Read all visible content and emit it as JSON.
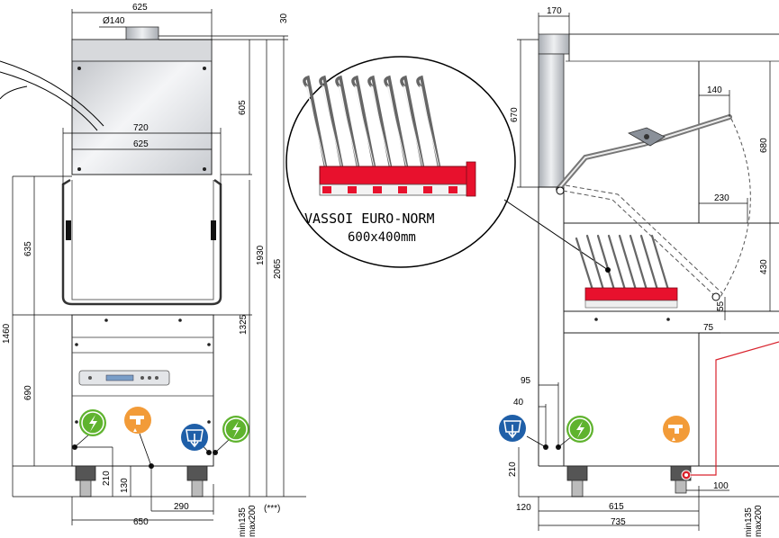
{
  "callout": {
    "line1": "VASSOI EURO-NORM",
    "line2": "600x400mm"
  },
  "front_dims": {
    "top_width": "625",
    "flue_diameter": "Ø140",
    "top_gap": "30",
    "hood_height": "605",
    "opening_width": "720",
    "inner_width": "625",
    "hood_open": "635",
    "total_hood": "1930",
    "overall": "2065",
    "base_height": "690",
    "work_height": "1460",
    "mid_height": "1325",
    "feet_height": "210",
    "drain_height": "130",
    "feet_spacing": "290",
    "base_width": "650",
    "feet_range_min": "min135",
    "feet_range_max": "max200",
    "note": "(***)"
  },
  "side_dims": {
    "flue_offset": "170",
    "hood_side": "670",
    "arm_offset": "140",
    "arm_drop": "680",
    "arm_reach": "230",
    "rack_height": "430",
    "rack_gap": "55",
    "side_step": "75",
    "inlet_offset": "95",
    "drain_offset": "40",
    "feet_height": "210",
    "back_offset": "120",
    "depth_inner": "615",
    "depth_total": "735",
    "water_offset": "100",
    "feet_range_min": "min135",
    "feet_range_max": "max200"
  },
  "icons": [
    "electric-icon",
    "water-tap-icon",
    "drain-icon"
  ],
  "colors": {
    "rack_red": "#e8112d",
    "electric_green": "#5fb32e",
    "water_orange": "#f29b38",
    "drain_blue": "#1f5fa8",
    "lead_red": "#d9232d"
  }
}
